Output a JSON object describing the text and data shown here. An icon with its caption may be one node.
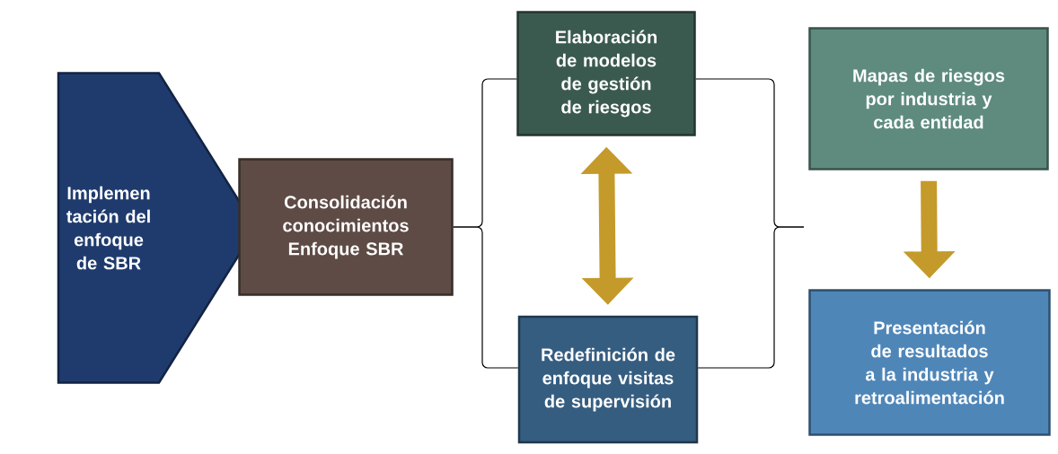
{
  "diagram": {
    "nodes": [
      {
        "text": [
          "Implemen tación del enfoque de SBR"
        ]
      },
      {
        "text": [
          "Consolidación conocimientos Enfoque SBR"
        ]
      },
      {
        "text": [
          "Elaboración de modelos de gestión de riesgos"
        ]
      },
      {
        "text": [
          "Redefinición de enfoque visitas de supervisión"
        ]
      },
      {
        "text": [
          "Mapas de riesgos por industria y cada entidad"
        ]
      },
      {
        "text": [
          "Presentación de resultados a la industria y retroalimentación"
        ]
      }
    ],
    "edges": [
      {
        "from": 1,
        "to": 2,
        "arrow": "none"
      },
      {
        "from": 1,
        "to": 3,
        "arrow": "none"
      },
      {
        "from": 2,
        "to": null,
        "arrow": "none"
      },
      {
        "from": 3,
        "to": null,
        "arrow": "none"
      },
      {
        "from": 2,
        "to": 3,
        "arrow": "both",
        "style": "thick",
        "color": "#c49a2a"
      },
      {
        "from": 4,
        "to": 5,
        "arrow": "to",
        "style": "thick",
        "color": "#c49a2a"
      }
    ]
  }
}
